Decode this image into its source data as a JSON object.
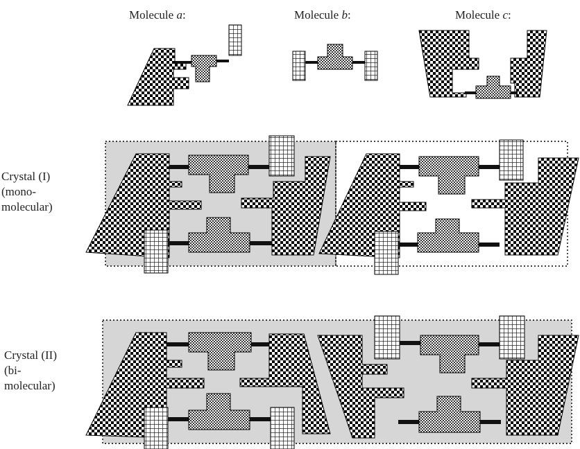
{
  "molecules": [
    {
      "prefix": "Molecule ",
      "letter": "a",
      "suffix": ":"
    },
    {
      "prefix": "Molecule ",
      "letter": "b",
      "suffix": ":"
    },
    {
      "prefix": "Molecule ",
      "letter": "c",
      "suffix": ":"
    }
  ],
  "crystal1": {
    "line1": "Crystal (I)",
    "line2": "(mono-",
    "line3": "molecular)"
  },
  "crystal2": {
    "line1": "Crystal (II)",
    "line2": "(bi-",
    "line3": "molecular)"
  },
  "colors": {
    "checker_dark": "#000000",
    "checker_light": "#ffffff",
    "shade": "#d6d6d6",
    "bond": "#111111"
  }
}
